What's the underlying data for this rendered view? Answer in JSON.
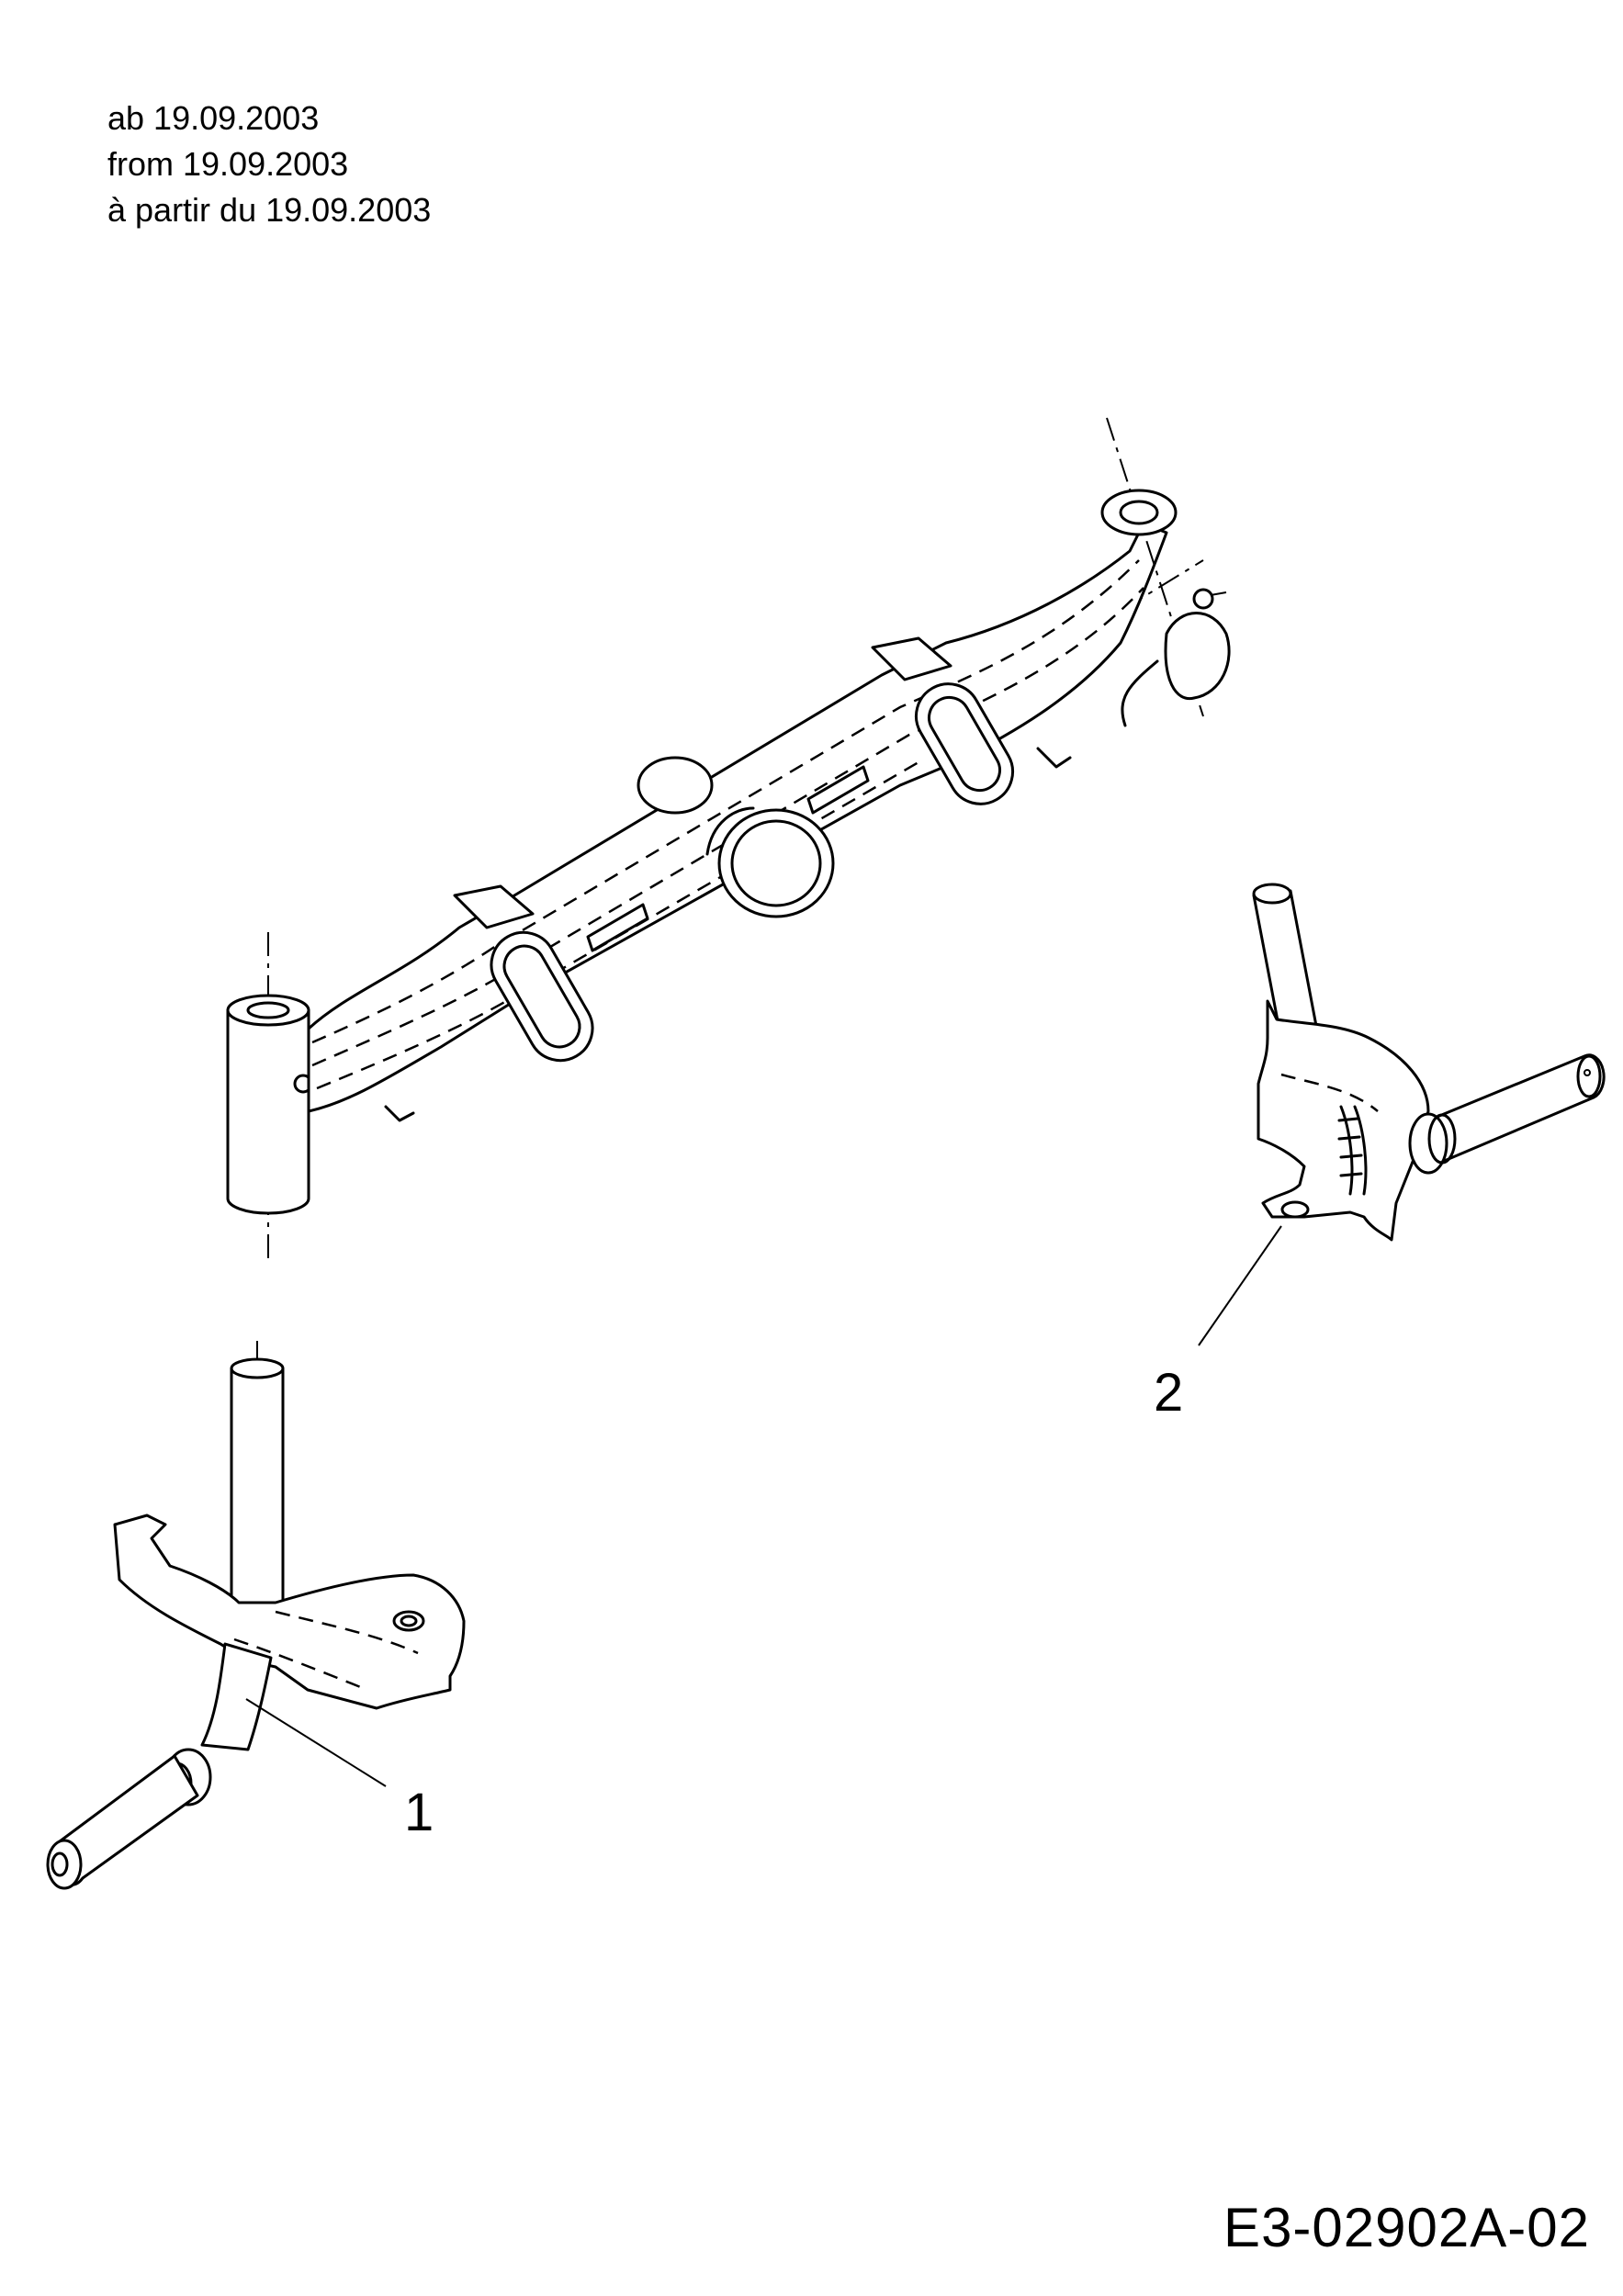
{
  "validity_note": {
    "de": "ab 19.09.2003",
    "en": "from 19.09.2003",
    "fr": "à partir du 19.09.2003"
  },
  "callouts": {
    "part_1": "1",
    "part_2": "2"
  },
  "drawing_id": "E3-02902A-02"
}
